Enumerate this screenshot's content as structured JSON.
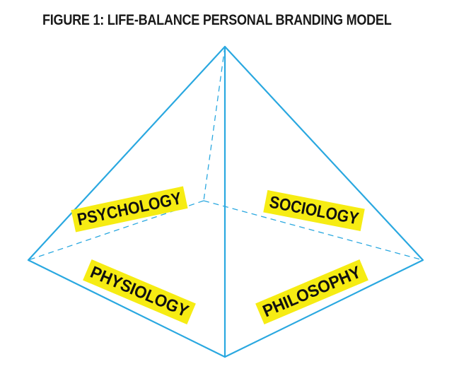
{
  "title": "FIGURE 1: LIFE-BALANCE PERSONAL BRANDING MODEL",
  "colors": {
    "edge": "#2aa8e0",
    "highlight": "#f6ec13",
    "text": "#111111"
  },
  "labels": {
    "psychology": "PSYCHOLOGY",
    "sociology": "SOCIOLOGY",
    "physiology": "PHYSIOLOGY",
    "philosophy": "PHILOSOPHY"
  }
}
